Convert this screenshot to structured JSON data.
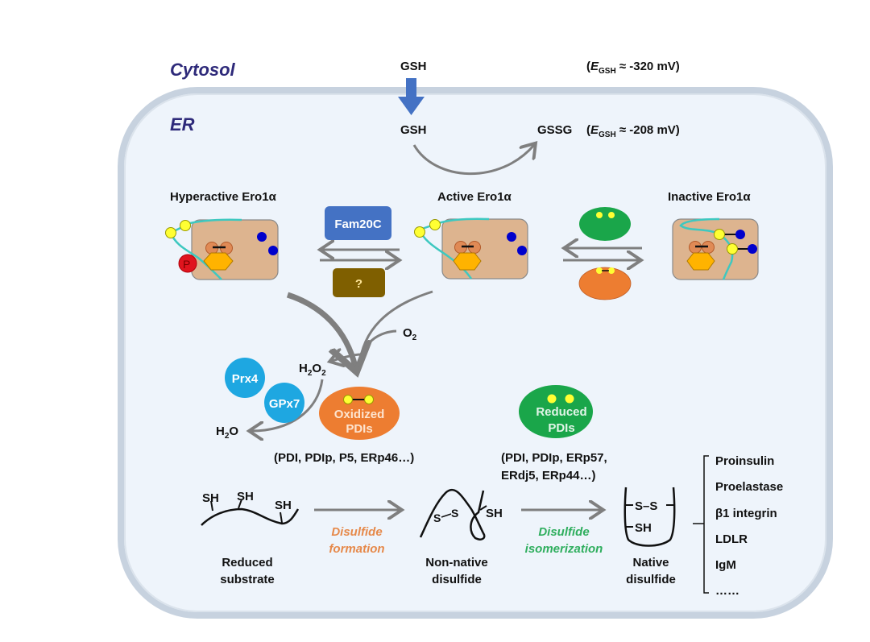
{
  "regions": {
    "cytosol": "Cytosol",
    "er": "ER"
  },
  "glutathione": {
    "cytosol_gsh": "GSH",
    "cytosol_potential": {
      "open": "(",
      "symbol": "E",
      "subscript": "GSH",
      "value": " ≈ -320 mV)"
    },
    "er_gsh": "GSH",
    "er_gssg": "GSSG",
    "er_potential": {
      "open": "(",
      "symbol": "E",
      "subscript": "GSH",
      "value": " ≈ -208 mV)"
    }
  },
  "ero1_states": {
    "hyperactive": "Hyperactive Ero1α",
    "active": "Active Ero1α",
    "inactive": "Inactive Ero1α",
    "phospho_label": "P"
  },
  "regulators": {
    "kinase": "Fam20C",
    "phosphatase": "?"
  },
  "oxygen": {
    "o2": {
      "base": "O",
      "sub": "2"
    },
    "h2o2": {
      "a": "H",
      "a_sub": "2",
      "b": "O",
      "b_sub": "2"
    },
    "h2o": {
      "a": "H",
      "a_sub": "2",
      "b": "O"
    }
  },
  "peroxidases": {
    "prx4": "Prx4",
    "gpx7": "GPx7"
  },
  "pdis": {
    "oxidized": {
      "line1": "Oxidized",
      "line2": "PDIs",
      "members": "(PDI, PDIp, P5, ERp46…)"
    },
    "reduced": {
      "line1": "Reduced",
      "line2": "PDIs",
      "members_line1": "(PDI, PDIp, ERp57,",
      "members_line2": "ERdj5, ERp44…)"
    }
  },
  "folding": {
    "reduced_substrate": {
      "line1": "Reduced",
      "line2": "substrate",
      "sh_labels": [
        "SH",
        "SH",
        "SH"
      ]
    },
    "step1": {
      "line1": "Disulfide",
      "line2": "formation"
    },
    "non_native": {
      "line1": "Non-native",
      "line2": "disulfide",
      "s1": "S",
      "s2": "S",
      "sh": "SH"
    },
    "step2": {
      "line1": "Disulfide",
      "line2": "isomerization"
    },
    "native": {
      "line1": "Native",
      "line2": "disulfide",
      "ss": "S–S",
      "sh": "SH"
    }
  },
  "substrates": [
    "Proinsulin",
    "Proelastase",
    "β1 integrin",
    "LDLR",
    "IgM",
    "……"
  ],
  "colors": {
    "region_text": "#2e2a7a",
    "cell_fill": "#eef4fb",
    "cell_border": "#c7d2df",
    "blue_arrow": "#4472c4",
    "gray_arrow": "#7f7f7f",
    "ero1_body": "#ddb48f",
    "teal_loop": "#3ec8c0",
    "cysteine_yellow": "#ffff33",
    "cysteine_blue": "#0000cc",
    "fad_hexagon": "#ffb300",
    "phospho_red": "#e0141e",
    "fam20c_box": "#4472c4",
    "unknown_box": "#7f5f00",
    "oxidized_pdi": "#ed7d31",
    "reduced_pdi": "#1aa64a",
    "peroxidase_blue": "#1ea7e1",
    "step1_text": "#e6894a",
    "step2_text": "#2fae5e"
  }
}
